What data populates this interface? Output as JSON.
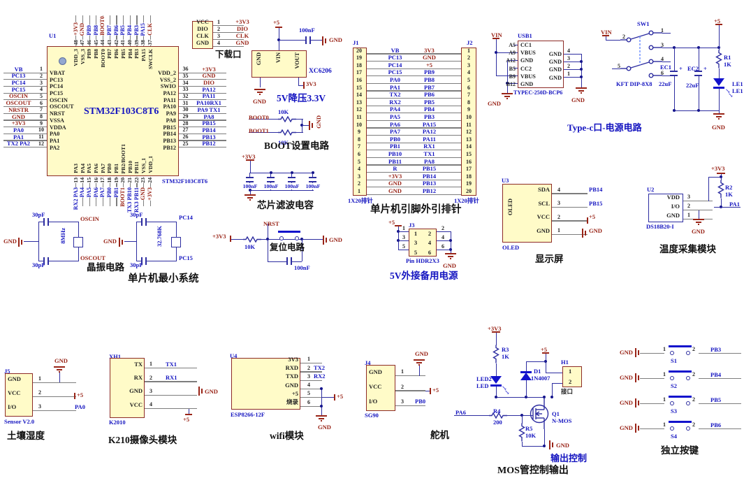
{
  "colors": {
    "component_fill": "#FFFBC8",
    "component_border": "#8D2B26",
    "wire_blue": "#2D2DA0",
    "pin_gray": "#7D7D7D",
    "net_label_blue": "#1414C0",
    "power_label_maroon": "#992417",
    "led_blue": "#1212CC"
  },
  "mcu": {
    "designator": "U1",
    "name": "STM32F103C8T6",
    "part_label": "STM32F103C8T6",
    "caption": "单片机最小系统",
    "left_pins": [
      {
        "net": "VB",
        "num": "1",
        "name": "VBAT"
      },
      {
        "net": "PC13",
        "num": "2",
        "name": "PC13"
      },
      {
        "net": "PC14",
        "num": "3",
        "name": "PC14"
      },
      {
        "net": "PC15",
        "num": "4",
        "name": "PC15"
      },
      {
        "net": "OSCIN",
        "num": "5",
        "name": "OSCIN",
        "pwr": true
      },
      {
        "net": "OSCOUT",
        "num": "6",
        "name": "OSCOUT",
        "pwr": true
      },
      {
        "net": "NRSTR",
        "num": "7",
        "name": "NRST",
        "pwr": true
      },
      {
        "net": "GND",
        "num": "8",
        "name": "VSSA",
        "pwr": true
      },
      {
        "net": "+3V3",
        "num": "9",
        "name": "VDDA",
        "pwr": true
      },
      {
        "net": "PA0",
        "num": "10",
        "name": "PA0"
      },
      {
        "net": "PA1",
        "num": "11",
        "name": "PA1"
      },
      {
        "net": "TX2 PA2",
        "num": "12",
        "name": "PA2"
      }
    ],
    "right_pins": [
      {
        "net": "+3V3",
        "num": "36",
        "name": "VDD_2",
        "pwr": true
      },
      {
        "net": "GND",
        "num": "35",
        "name": "VSS_2",
        "pwr": true
      },
      {
        "net": "DIO",
        "num": "34",
        "name": "SWIO",
        "pwr": true
      },
      {
        "net": "PA12",
        "num": "33",
        "name": "PA12"
      },
      {
        "net": "PA11",
        "num": "32",
        "name": "PA11"
      },
      {
        "net": "PA10RX1",
        "num": "31",
        "name": "PA10"
      },
      {
        "net": "PA9 TX1",
        "num": "30",
        "name": "PA9"
      },
      {
        "net": "PA8",
        "num": "29",
        "name": "PA8"
      },
      {
        "net": "PB15",
        "num": "28",
        "name": "PB15"
      },
      {
        "net": "PB14",
        "num": "27",
        "name": "PB14"
      },
      {
        "net": "PB13",
        "num": "26",
        "name": "PB13"
      },
      {
        "net": "PB12",
        "num": "25",
        "name": "PB12"
      }
    ],
    "top_pins": [
      {
        "net": "+3V3",
        "num": "48",
        "name": "VDD_3",
        "pwr": true
      },
      {
        "net": "GND",
        "num": "47",
        "name": "VSS_3",
        "pwr": true
      },
      {
        "net": "PB9",
        "num": "46",
        "name": "PB9"
      },
      {
        "net": "PB8",
        "num": "45",
        "name": "PB8"
      },
      {
        "net": "BOOT0",
        "num": "44",
        "name": "BOOT0",
        "pwr": true
      },
      {
        "net": "PB7",
        "num": "43",
        "name": "PB7"
      },
      {
        "net": "PB6",
        "num": "42",
        "name": "PB6"
      },
      {
        "net": "PB5",
        "num": "41",
        "name": "PB5"
      },
      {
        "net": "PB4",
        "num": "40",
        "name": "PB4"
      },
      {
        "net": "PB3",
        "num": "39",
        "name": "PB3"
      },
      {
        "net": "PA15",
        "num": "38",
        "name": "PA15"
      },
      {
        "net": "CLK",
        "num": "37",
        "name": "SWCLK",
        "pwr": true
      }
    ],
    "bottom_pins": [
      {
        "net": "RX2 PA3",
        "num": "13",
        "name": "PA3"
      },
      {
        "net": "PA4",
        "num": "14",
        "name": "PA4"
      },
      {
        "net": "PA5",
        "num": "15",
        "name": "PA5"
      },
      {
        "net": "PA6",
        "num": "16",
        "name": "PA6"
      },
      {
        "net": "PA7",
        "num": "17",
        "name": "PA7"
      },
      {
        "net": "PB0",
        "num": "18",
        "name": "PB0"
      },
      {
        "net": "PB1",
        "num": "19",
        "name": "PB1"
      },
      {
        "net": "BOOT1",
        "num": "20",
        "name": "PB2/BOOT1",
        "pwr": true
      },
      {
        "net": "TX3 PB10",
        "num": "21",
        "name": "PB10"
      },
      {
        "net": "RX3 PB11",
        "num": "22",
        "name": "PB11"
      },
      {
        "net": "GND",
        "num": "23",
        "name": "VSS_1",
        "pwr": true
      },
      {
        "net": "+3V3",
        "num": "24",
        "name": "VDD_1",
        "pwr": true
      }
    ]
  },
  "download_port": {
    "caption": "下载口",
    "rows": [
      {
        "name": "VCC",
        "num": "1",
        "net": "+3V3",
        "pwr": true
      },
      {
        "name": "DIO",
        "num": "2",
        "net": "DIO",
        "pwr": true
      },
      {
        "name": "CLK",
        "num": "3",
        "net": "CLK",
        "pwr": true
      },
      {
        "name": "GND",
        "num": "4",
        "net": "GND",
        "pwr": true
      }
    ]
  },
  "regulator": {
    "part": "XC6206",
    "caption": "5V降压3.3V",
    "input": "+5",
    "cap": "100nF",
    "gnd1": "GND",
    "gnd2": "GND",
    "out": "3V3",
    "pins": [
      "GND",
      "VIN",
      "VOUT"
    ]
  },
  "boot": {
    "caption": "BOOT设置电路",
    "rows": [
      {
        "net": "BOOT0",
        "value": "10K"
      },
      {
        "net": "BOOT1",
        "value": "10K"
      }
    ],
    "gnd": "GND"
  },
  "filter": {
    "caption": "芯片滤波电容",
    "power": "+3V3",
    "caps": [
      "100nF",
      "100nF",
      "100nF",
      "100nF"
    ]
  },
  "headers": {
    "caption": "单片机引脚外引排针",
    "j1": {
      "designator": "J1",
      "part": "1X20排针",
      "pins": [
        {
          "num": "20",
          "net": "VB"
        },
        {
          "num": "19",
          "net": "PC13"
        },
        {
          "num": "18",
          "net": "PC14"
        },
        {
          "num": "17",
          "net": "PC15"
        },
        {
          "num": "16",
          "net": "PA0"
        },
        {
          "num": "15",
          "net": "PA1"
        },
        {
          "num": "14",
          "net": "TX2"
        },
        {
          "num": "13",
          "net": "RX2"
        },
        {
          "num": "12",
          "net": "PA4"
        },
        {
          "num": "11",
          "net": "PA5"
        },
        {
          "num": "10",
          "net": "PA6"
        },
        {
          "num": "9",
          "net": "PA7"
        },
        {
          "num": "8",
          "net": "PB0"
        },
        {
          "num": "7",
          "net": "PB1"
        },
        {
          "num": "6",
          "net": "PB10"
        },
        {
          "num": "5",
          "net": "PB11"
        },
        {
          "num": "4",
          "net": "R"
        },
        {
          "num": "3",
          "net": "+3V3",
          "pwr": true
        },
        {
          "num": "2",
          "net": "GND",
          "pwr": true
        },
        {
          "num": "1",
          "net": "GND",
          "pwr": true
        }
      ]
    },
    "j2": {
      "designator": "J2",
      "part": "1X20排针",
      "pins": [
        {
          "num": "1",
          "net": "3V3",
          "pwr": true
        },
        {
          "num": "2",
          "net": "GND",
          "pwr": true
        },
        {
          "num": "3",
          "net": "+5",
          "pwr": true
        },
        {
          "num": "4",
          "net": "PB9"
        },
        {
          "num": "5",
          "net": "PB8"
        },
        {
          "num": "6",
          "net": "PB7"
        },
        {
          "num": "7",
          "net": "PB6"
        },
        {
          "num": "8",
          "net": "PB5"
        },
        {
          "num": "9",
          "net": "PB4"
        },
        {
          "num": "10",
          "net": "PB3"
        },
        {
          "num": "11",
          "net": "PA15"
        },
        {
          "num": "12",
          "net": "PA12"
        },
        {
          "num": "13",
          "net": "PA11"
        },
        {
          "num": "14",
          "net": "RX1"
        },
        {
          "num": "15",
          "net": "TX1"
        },
        {
          "num": "16",
          "net": "PA8"
        },
        {
          "num": "17",
          "net": "PB15"
        },
        {
          "num": "18",
          "net": "PB14"
        },
        {
          "num": "19",
          "net": "PB13"
        },
        {
          "num": "20",
          "net": "PB12"
        }
      ]
    }
  },
  "usb": {
    "designator": "USB1",
    "part": "TYPEC-250D-BCP6",
    "vin": "VIN",
    "left": [
      {
        "des": "A5",
        "name": "CC1"
      },
      {
        "des": "A9",
        "name": "VBUS"
      },
      {
        "des": "A12",
        "name": "GND"
      },
      {
        "des": "B5",
        "name": "CC2"
      },
      {
        "des": "B9",
        "name": "VBUS"
      },
      {
        "des": "B12",
        "name": "GND"
      }
    ],
    "right": [
      {
        "name": "GND",
        "num": "4"
      },
      {
        "name": "GND",
        "num": "3"
      },
      {
        "name": "GND",
        "num": "2"
      },
      {
        "name": "GND",
        "num": "1"
      }
    ],
    "gnd_left": "GND",
    "gnd_right": "GND"
  },
  "typec_power": {
    "caption": "Type-c口-电源电路",
    "sw": "SW1",
    "sw_part": "KFT DIP-8X8",
    "vin": "VIN",
    "pins": [
      "1",
      "2",
      "3",
      "4",
      "5",
      "6"
    ],
    "ec1": {
      "des": "EC1",
      "val": "22uF"
    },
    "ec2": {
      "des": "EC2",
      "val": "22uF"
    },
    "plus": "+",
    "r1": {
      "des": "R1",
      "val": "1K"
    },
    "led_des": "LE1",
    "led_name": "LE1",
    "power": "+5",
    "gnd": "GND"
  },
  "oled": {
    "designator": "U3",
    "part": "OLED",
    "inner": "OLED",
    "caption": "显示屏",
    "rows": [
      {
        "name": "SDA",
        "num": "4",
        "net": "PB14"
      },
      {
        "name": "SCL",
        "num": "3",
        "net": "PB15"
      },
      {
        "name": "VCC",
        "num": "2",
        "net": "+5",
        "pwr": true
      },
      {
        "name": "GND",
        "num": "1",
        "net": "GND",
        "pwr": true
      }
    ]
  },
  "temp": {
    "designator": "U2",
    "part": "DS18B20-I",
    "caption": "温度采集模块",
    "rows": [
      {
        "name": "VDD",
        "num": "3"
      },
      {
        "name": "I/O",
        "num": "2"
      },
      {
        "name": "GND",
        "num": "1"
      }
    ],
    "r2": {
      "des": "R2",
      "val": "1K"
    },
    "power": "+3V3",
    "net": "PA1",
    "gnd": "GND"
  },
  "xtal1": {
    "c1": "30pF",
    "c2": "30pF",
    "freq": "8MHz",
    "top": "OSCIN",
    "bottom": "OSCOUT",
    "gnd": "GND",
    "caption": "晶振电路"
  },
  "xtal2": {
    "c1": "30pF",
    "c2": "30pF",
    "freq": "32.768K",
    "top": "PC14",
    "bottom": "PC15",
    "gnd": "GND"
  },
  "reset": {
    "power": "+3V3",
    "r": "10K",
    "net": "NRST",
    "cap": "100nF",
    "gnd": "GND",
    "caption": "复位电路"
  },
  "backup": {
    "designator": "J3",
    "part": "Pin HDR2X3",
    "caption": "5V外接备用电源",
    "power": "+5",
    "gnd": "GND",
    "left": [
      "1",
      "3",
      "5"
    ],
    "right": [
      "2",
      "4",
      "6"
    ],
    "inner": [
      {
        "a": "1",
        "b": "2"
      },
      {
        "a": "3",
        "b": "4"
      },
      {
        "a": "5",
        "b": "6"
      }
    ]
  },
  "soil": {
    "designator": "J5",
    "part": "Sensor V2.0",
    "caption": "土壤湿度",
    "rows": [
      {
        "name": "GND",
        "num": "1"
      },
      {
        "name": "VCC",
        "num": "2"
      },
      {
        "name": "I/O",
        "num": "3",
        "net": "PA0"
      }
    ],
    "gnd": "GND",
    "power": "+5"
  },
  "k210": {
    "designator": "XH1",
    "part": "K2010",
    "caption": "K210摄像头模块",
    "rows": [
      {
        "name": "TX",
        "num": "1",
        "net": "TX1"
      },
      {
        "name": "RX",
        "num": "2",
        "net": "RX1"
      },
      {
        "name": "GND",
        "num": "3"
      },
      {
        "name": "VCC",
        "num": "4"
      }
    ],
    "gnd": "GND",
    "power": "+5"
  },
  "wifi": {
    "designator": "U4",
    "part": "ESP8266-12F",
    "caption": "wifi模块",
    "rows": [
      {
        "name": "3V3",
        "num": "1"
      },
      {
        "name": "RXD",
        "num": "2",
        "net": "TX2"
      },
      {
        "name": "TXD",
        "num": "3",
        "net": "RX2"
      },
      {
        "name": "GND",
        "num": "4"
      },
      {
        "name": "+5",
        "num": "5"
      },
      {
        "name": "烧录",
        "num": "6"
      }
    ],
    "power": "+5",
    "gnd": "GND"
  },
  "servo": {
    "designator": "J4",
    "part": "SG90",
    "caption": "舵机",
    "rows": [
      {
        "name": "GND",
        "num": "1"
      },
      {
        "name": "VCC",
        "num": "2"
      },
      {
        "name": "I/O",
        "num": "3",
        "net": "PB0"
      }
    ],
    "gnd": "GND",
    "power": "+5"
  },
  "mos": {
    "caption": "MOS管控制输出",
    "sub": "输出控制",
    "power1": "+3V3",
    "r3": {
      "des": "R3",
      "val": "1K"
    },
    "led": {
      "des": "LED2",
      "name": "LED"
    },
    "d1": {
      "des": "D1",
      "val": "1N4007"
    },
    "power2": "+5",
    "h1": {
      "des": "H1",
      "label": "接口",
      "pins": [
        "1",
        "2"
      ]
    },
    "input": "PA6",
    "r4": {
      "des": "R4",
      "val": "200"
    },
    "q1": {
      "des": "Q1",
      "val": "N-MOS"
    },
    "r5": {
      "des": "R5",
      "val": "10K"
    },
    "gnd": "GND"
  },
  "keys": {
    "caption": "独立按键",
    "rows": [
      {
        "gnd": "GND",
        "n1": "1",
        "n2": "2",
        "des": "S1",
        "net": "PB3"
      },
      {
        "gnd": "GND",
        "n1": "1",
        "n2": "2",
        "des": "S2",
        "net": "PB4"
      },
      {
        "gnd": "GND",
        "n1": "1",
        "n2": "2",
        "des": "S3",
        "net": "PB5"
      },
      {
        "gnd": "GND",
        "n1": "1",
        "n2": "2",
        "des": "S4",
        "net": "PB6"
      }
    ]
  }
}
